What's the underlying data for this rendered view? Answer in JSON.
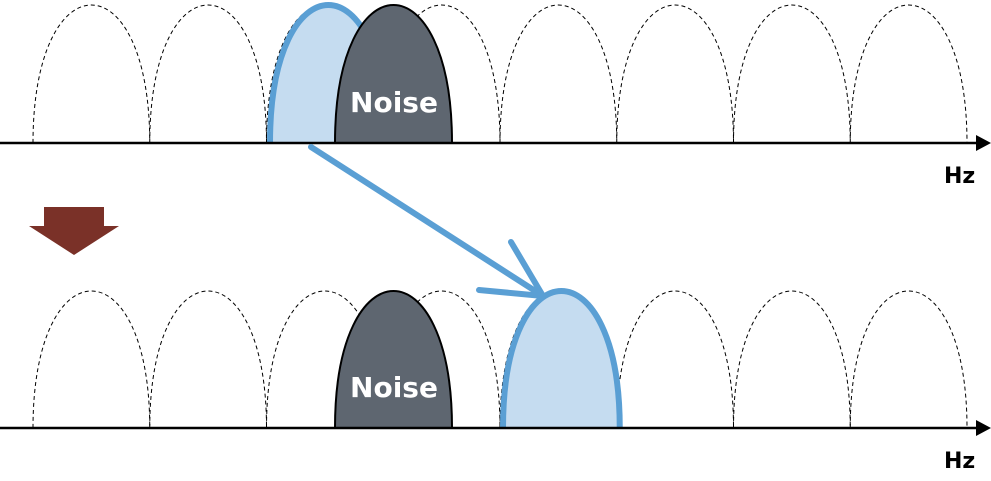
{
  "top_panel": {
    "noise_label": "Noise",
    "axis_label": "Hz"
  },
  "bottom_panel": {
    "noise_label": "Noise",
    "axis_label": "Hz"
  },
  "colors": {
    "signal_fill": "#c5dcf0",
    "signal_stroke": "#5a9fd4",
    "noise_fill": "#5e6670",
    "transition_arrow": "#7a3128",
    "axis": "#000000"
  }
}
